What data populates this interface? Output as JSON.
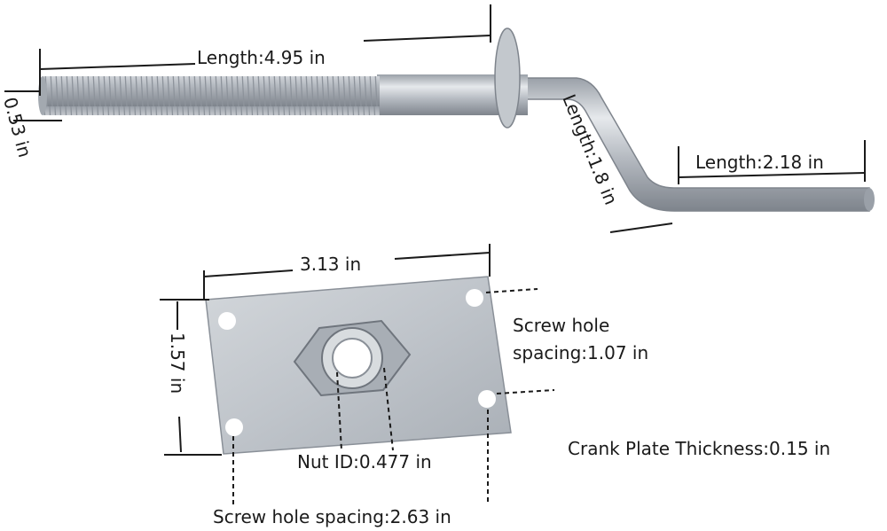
{
  "crank_bolt": {
    "length_main": "Length:4.95 in",
    "diameter": "0.53 in",
    "length_offset": "Length:1.8 in",
    "length_handle": "Length:2.18 in"
  },
  "crank_plate": {
    "width": "3.13 in",
    "height": "1.57 in",
    "screw_hole_vertical_line1": "Screw hole",
    "screw_hole_vertical_line2": "spacing:1.07 in",
    "thickness": "Crank Plate Thickness:0.15 in",
    "nut_id": "Nut ID:0.477 in",
    "screw_hole_horizontal": "Screw hole spacing:2.63 in"
  },
  "colors": {
    "metal": "#b9bec4",
    "metal_dark": "#8a9098",
    "metal_light": "#e4e7ea"
  }
}
